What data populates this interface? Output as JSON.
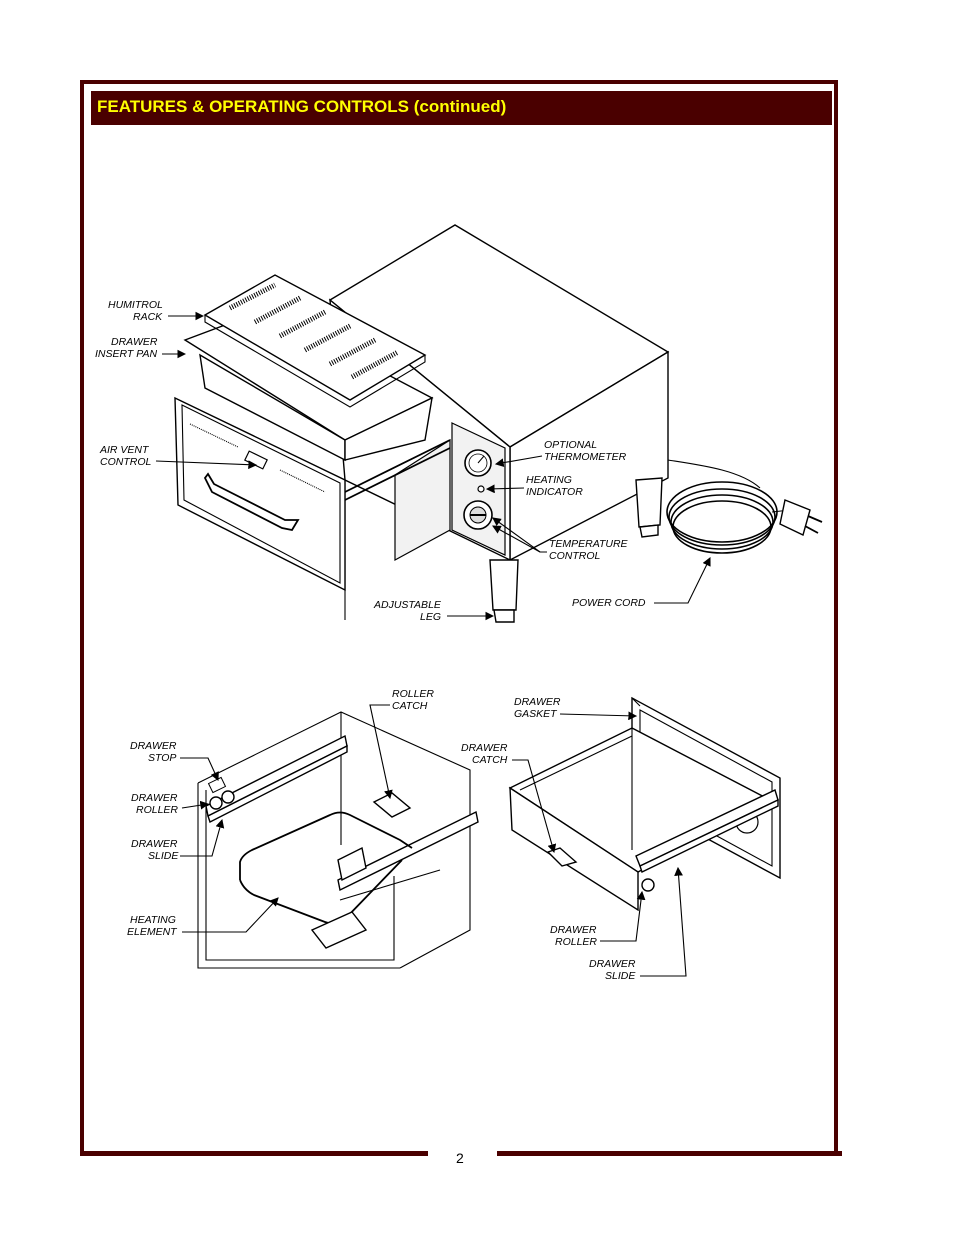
{
  "header": {
    "title": "FEATURES & OPERATING CONTROLS (continued)"
  },
  "page": {
    "number": "2"
  },
  "colors": {
    "frame": "#4a0000",
    "title_text": "#ffff00"
  },
  "figure1": {
    "labels": {
      "humitrol_rack": [
        "HUMITROL",
        "RACK"
      ],
      "drawer_insert_pan": [
        "DRAWER",
        "INSERT PAN"
      ],
      "air_vent_control": [
        "AIR VENT",
        "CONTROL"
      ],
      "optional_thermometer": [
        "OPTIONAL",
        "THERMOMETER"
      ],
      "heating_indicator": [
        "HEATING",
        "INDICATOR"
      ],
      "temperature_control": [
        "TEMPERATURE",
        "CONTROL"
      ],
      "adjustable_leg": [
        "ADJUSTABLE",
        "LEG"
      ],
      "power_cord": [
        "POWER CORD"
      ]
    }
  },
  "figure2": {
    "labels": {
      "roller_catch": [
        "ROLLER",
        "CATCH"
      ],
      "drawer_stop": [
        "DRAWER",
        "STOP"
      ],
      "drawer_roller": [
        "DRAWER",
        "ROLLER"
      ],
      "drawer_slide": [
        "DRAWER",
        "SLIDE"
      ],
      "heating_element": [
        "HEATING",
        "ELEMENT"
      ]
    }
  },
  "figure3": {
    "labels": {
      "drawer_gasket": [
        "DRAWER",
        "GASKET"
      ],
      "drawer_catch": [
        "DRAWER",
        "CATCH"
      ],
      "drawer_roller": [
        "DRAWER",
        "ROLLER"
      ],
      "drawer_slide": [
        "DRAWER",
        "SLIDE"
      ]
    }
  }
}
